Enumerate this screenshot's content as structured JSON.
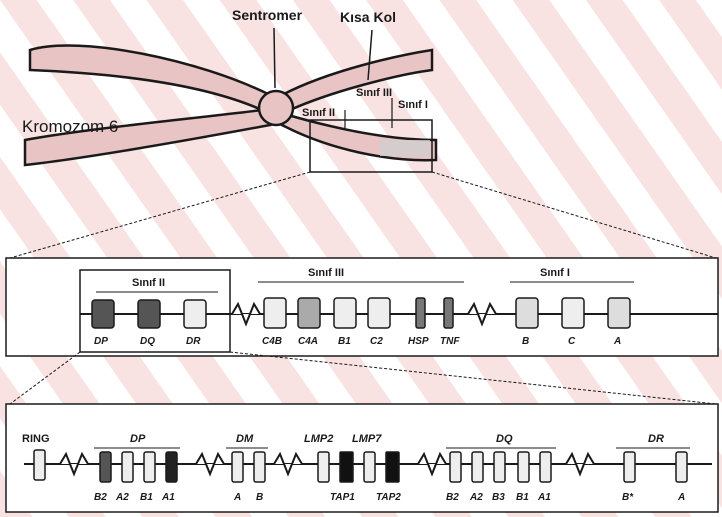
{
  "chromosome": {
    "name": "Kromozom 6",
    "centromere_label": "Sentromer",
    "short_arm_label": "Kısa Kol",
    "class_labels": [
      "Sınıf II",
      "Sınıf III",
      "Sınıf I"
    ]
  },
  "mhc_map": {
    "class_ii": {
      "label": "Sınıf II",
      "genes": [
        "DP",
        "DQ",
        "DR"
      ]
    },
    "class_iii": {
      "label": "Sınıf III",
      "genes": [
        "C4B",
        "C4A",
        "B1",
        "C2",
        "HSP",
        "TNF"
      ]
    },
    "class_i": {
      "label": "Sınıf I",
      "genes": [
        "B",
        "C",
        "A"
      ]
    }
  },
  "class_ii_detail": {
    "ring_label": "RING",
    "groups": [
      {
        "name": "DP",
        "genes": [
          "B2",
          "A2",
          "B1",
          "A1"
        ]
      },
      {
        "name": "DM",
        "genes": [
          "A",
          "B"
        ]
      },
      {
        "name": "LMP2",
        "genes": [
          "TAP1"
        ]
      },
      {
        "name": "LMP7",
        "genes": [
          "TAP2"
        ]
      },
      {
        "name": "DQ",
        "genes": [
          "B2",
          "A2",
          "B3",
          "B1",
          "A1"
        ]
      },
      {
        "name": "DR",
        "genes": [
          "B*",
          "A"
        ]
      }
    ]
  },
  "colors": {
    "stripe": "#f7dcdc",
    "chromosome": "#e8c4c4",
    "line": "#1a1a1a",
    "dark_box": "#111111"
  }
}
